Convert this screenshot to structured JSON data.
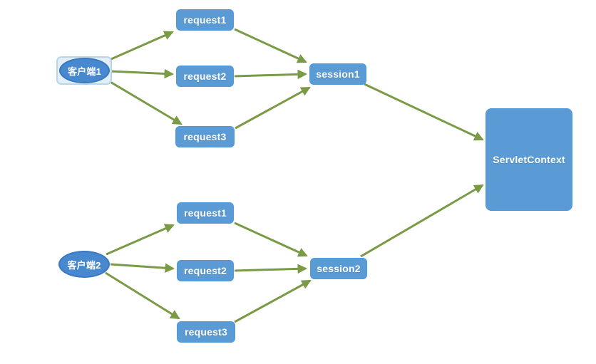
{
  "diagram": {
    "clusters": [
      {
        "client": {
          "label": "客户端1",
          "selected": true
        },
        "requests": [
          {
            "label": "request1"
          },
          {
            "label": "request2"
          },
          {
            "label": "request3"
          }
        ],
        "session": {
          "label": "session1"
        }
      },
      {
        "client": {
          "label": "客户端2",
          "selected": false
        },
        "requests": [
          {
            "label": "request1"
          },
          {
            "label": "request2"
          },
          {
            "label": "request3"
          }
        ],
        "session": {
          "label": "session2"
        }
      }
    ],
    "context": {
      "label": "ServletContext"
    },
    "colors": {
      "shape_fill": "#5b9bd5",
      "ellipse_fill": "#4788cf",
      "ellipse_border": "#3a78bf",
      "arrow_green": "#7a9a46",
      "selection_fill": "#e4eef7",
      "selection_border": "#b9d5ea",
      "label_color": "#ffffff"
    }
  }
}
